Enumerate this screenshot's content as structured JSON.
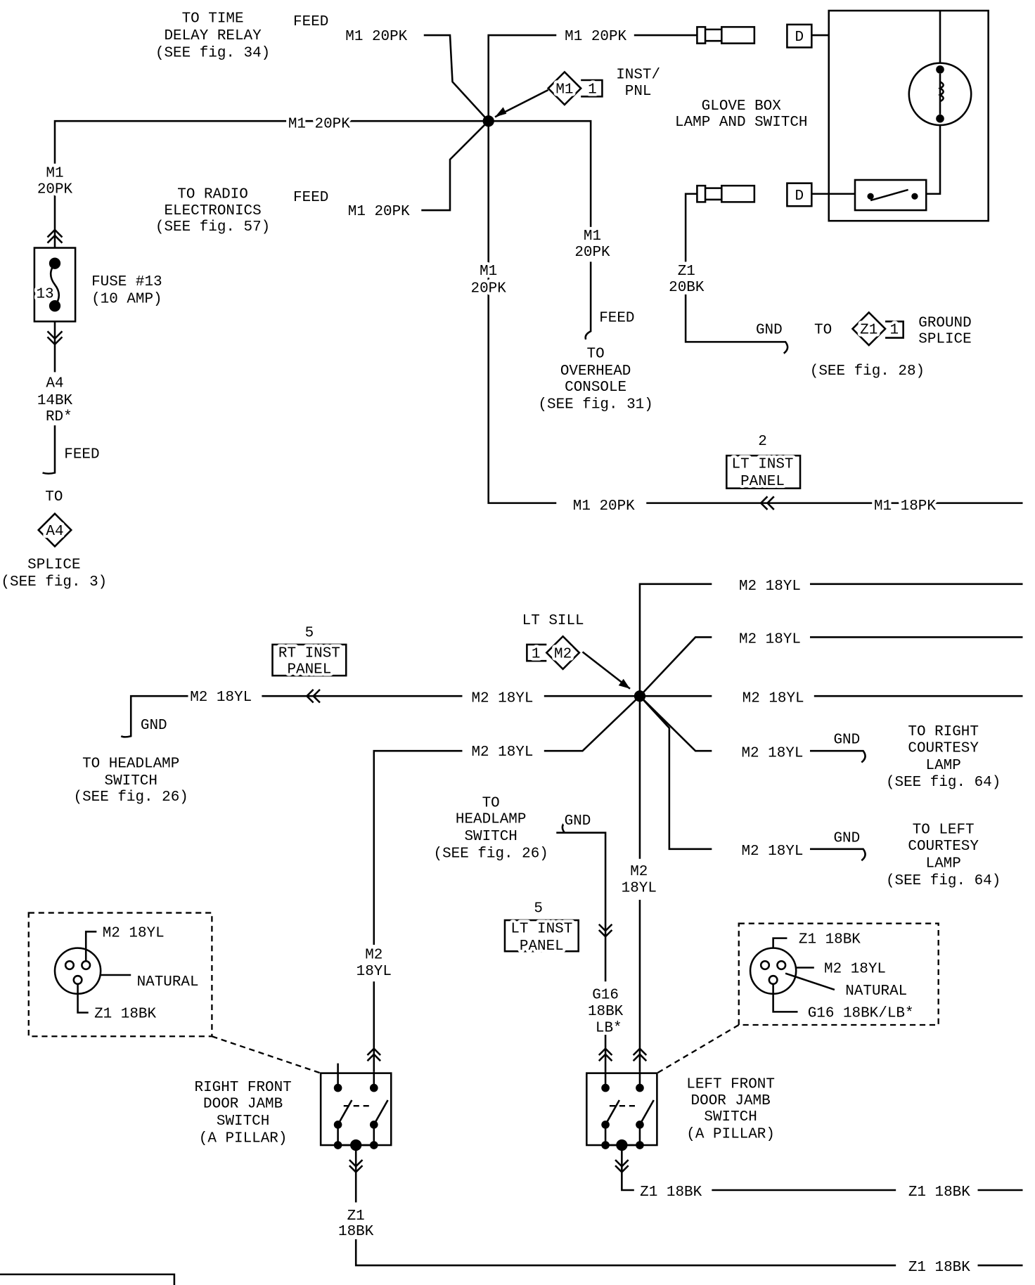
{
  "colors": {
    "ink": "#000000",
    "paper": "#ffffff"
  },
  "top": {
    "time_delay": [
      "TO TIME",
      "DELAY RELAY",
      "(SEE fig. 34)"
    ],
    "feed1": "FEED",
    "m1_a": "M1 20PK",
    "m1_b": "M1 20PK",
    "inst_pnl": [
      "INST/",
      "PNL"
    ],
    "inst_conn": [
      "M1",
      "1"
    ],
    "glove": [
      "GLOVE BOX",
      "LAMP AND SWITCH"
    ],
    "glove_d": [
      "D",
      "D"
    ],
    "m1_c": "M1 20PK",
    "m1_left": [
      "M1",
      "20PK"
    ],
    "radio": [
      "TO RADIO",
      "ELECTRONICS",
      "(SEE fig. 57)"
    ],
    "feed2": "FEED",
    "m1_d": "M1 20PK",
    "fuse": [
      "FUSE #13",
      "(10 AMP)"
    ],
    "fuse_num": "13",
    "m1_mid": [
      "M1",
      "20PK"
    ],
    "m1_right": [
      "M1",
      "20PK"
    ],
    "z1": [
      "Z1",
      "20BK"
    ],
    "gnd": "GND",
    "to": "TO",
    "ground_conn": [
      "Z1",
      "1"
    ],
    "ground": [
      "GROUND",
      "SPLICE"
    ],
    "see28": "(SEE fig. 28)",
    "feed3": "FEED",
    "overhead": [
      "TO",
      "OVERHEAD",
      "CONSOLE",
      "(SEE fig. 31)"
    ],
    "a4": [
      "A4",
      "14BK",
      "RD*"
    ],
    "feed4": "FEED",
    "to2": "TO",
    "a4_conn": "A4",
    "splice": [
      "SPLICE",
      "(SEE fig. 3)"
    ],
    "lt_num": "2",
    "lt_inst": [
      "LT INST",
      "PANEL"
    ],
    "m1_e": "M1 20PK",
    "m1_18": "M1 18PK"
  },
  "bottom": {
    "m2": [
      "M2 18YL",
      "M2 18YL",
      "M2 18YL",
      "M2 18YL",
      "M2 18YL",
      "M2 18YL",
      "M2 18YL"
    ],
    "lt_sill": "LT SILL",
    "sill_conn": [
      "1",
      "M2"
    ],
    "rt_num": "5",
    "rt_inst": [
      "RT INST",
      "PANEL"
    ],
    "gnd1": "GND",
    "headlamp1": [
      "TO HEADLAMP",
      "SWITCH",
      "(SEE fig. 26)"
    ],
    "gnd2": "GND",
    "right_court": [
      "TO RIGHT",
      "COURTESY",
      "LAMP",
      "(SEE fig. 64)"
    ],
    "gnd3": "GND",
    "left_court": [
      "TO LEFT",
      "COURTESY",
      "LAMP",
      "(SEE fig. 64)"
    ],
    "headlamp2": [
      "TO",
      "HEADLAMP",
      "SWITCH",
      "(SEE fig. 26)"
    ],
    "gnd4": "GND",
    "m2_v": [
      "M2",
      "18YL"
    ],
    "lt_num": "5",
    "lt_inst": [
      "LT INST",
      "PANEL"
    ],
    "left_box": [
      "M2 18YL",
      "NATURAL",
      "Z1 18BK"
    ],
    "m2_v2": [
      "M2",
      "18YL"
    ],
    "g16": [
      "G16",
      "18BK",
      "LB*"
    ],
    "right_box": [
      "Z1 18BK",
      "M2 18YL",
      "NATURAL",
      "G16 18BK/LB*"
    ],
    "rf_switch": [
      "RIGHT FRONT",
      "DOOR JAMB",
      "SWITCH",
      "(A PILLAR)"
    ],
    "lf_switch": [
      "LEFT FRONT",
      "DOOR JAMB",
      "SWITCH",
      "(A PILLAR)"
    ],
    "z1_a": "Z1 18BK",
    "z1_b": "Z1 18BK",
    "z1_v": [
      "Z1",
      "18BK"
    ],
    "z1_c": "Z1 18BK"
  }
}
